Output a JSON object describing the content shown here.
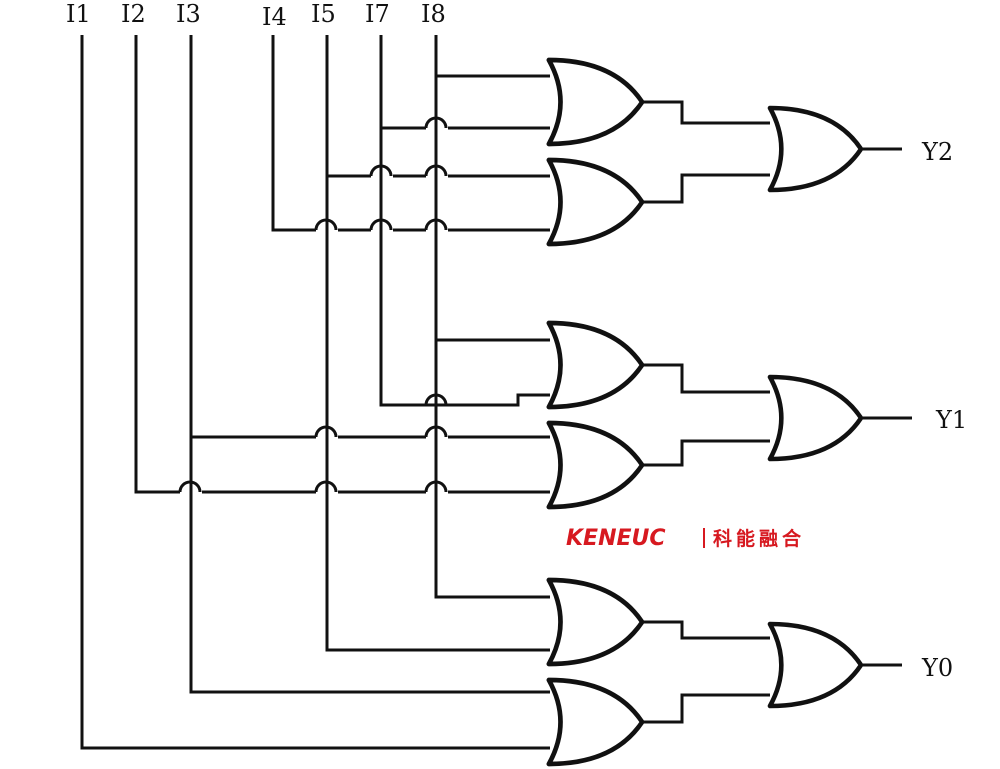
{
  "inputs": [
    "I1",
    "I2",
    "I3",
    "I4",
    "I5",
    "I7",
    "I8"
  ],
  "outputs": [
    "Y2",
    "Y1",
    "Y0"
  ],
  "watermark": {
    "brand": "KENEUC",
    "cn": "科能融合",
    "color": "#d71920"
  },
  "gate_type": "OR"
}
